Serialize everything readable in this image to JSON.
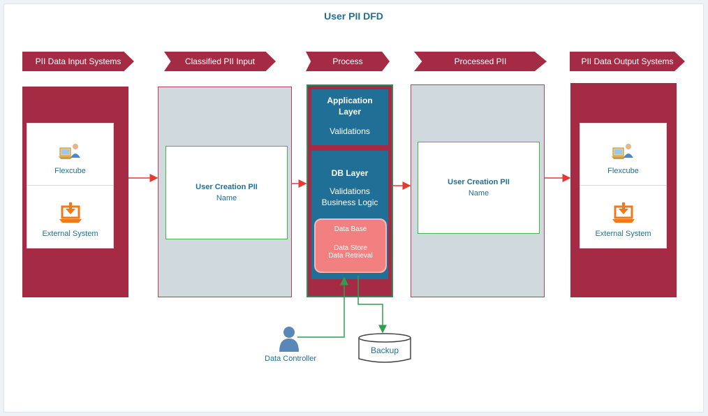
{
  "title": "User PII DFD",
  "stages": [
    {
      "label": "PII Data Input Systems"
    },
    {
      "label": "Classified PII Input"
    },
    {
      "label": "Process"
    },
    {
      "label": "Processed PII"
    },
    {
      "label": "PII Data Output Systems"
    }
  ],
  "input_systems": {
    "top_label": "Flexcube",
    "bottom_label": "External System"
  },
  "classified_input": {
    "title": "User Creation PII",
    "subtitle": "Name"
  },
  "process": {
    "app_layer": {
      "line1": "Application",
      "line2": "Layer",
      "line3": "Validations"
    },
    "db_layer": {
      "line1": "DB Layer",
      "line2": "Validations",
      "line3": "Business Logic"
    },
    "db_inner": {
      "line1": "Data Base",
      "line2": "Data Store",
      "line3": "Data Retrieval"
    }
  },
  "processed": {
    "title": "User Creation PII",
    "subtitle": "Name"
  },
  "output_systems": {
    "top_label": "Flexcube",
    "bottom_label": "External System"
  },
  "data_controller": {
    "label": "Data Controller"
  },
  "backup": {
    "label": "Backup"
  },
  "colors": {
    "maroon": "#a52b45",
    "teal": "#1f6f96",
    "grey": "#cfd9de",
    "green": "#4caf50",
    "pink": "#f28080",
    "arrow_red": "#e53935",
    "arrow_green": "#2e9e4f",
    "icon_orange": "#f07a1a"
  },
  "icons": {
    "flexcube": "workstation-user-icon",
    "external_system": "laptop-download-icon",
    "data_controller": "person-icon",
    "backup": "database-cylinder-icon"
  }
}
